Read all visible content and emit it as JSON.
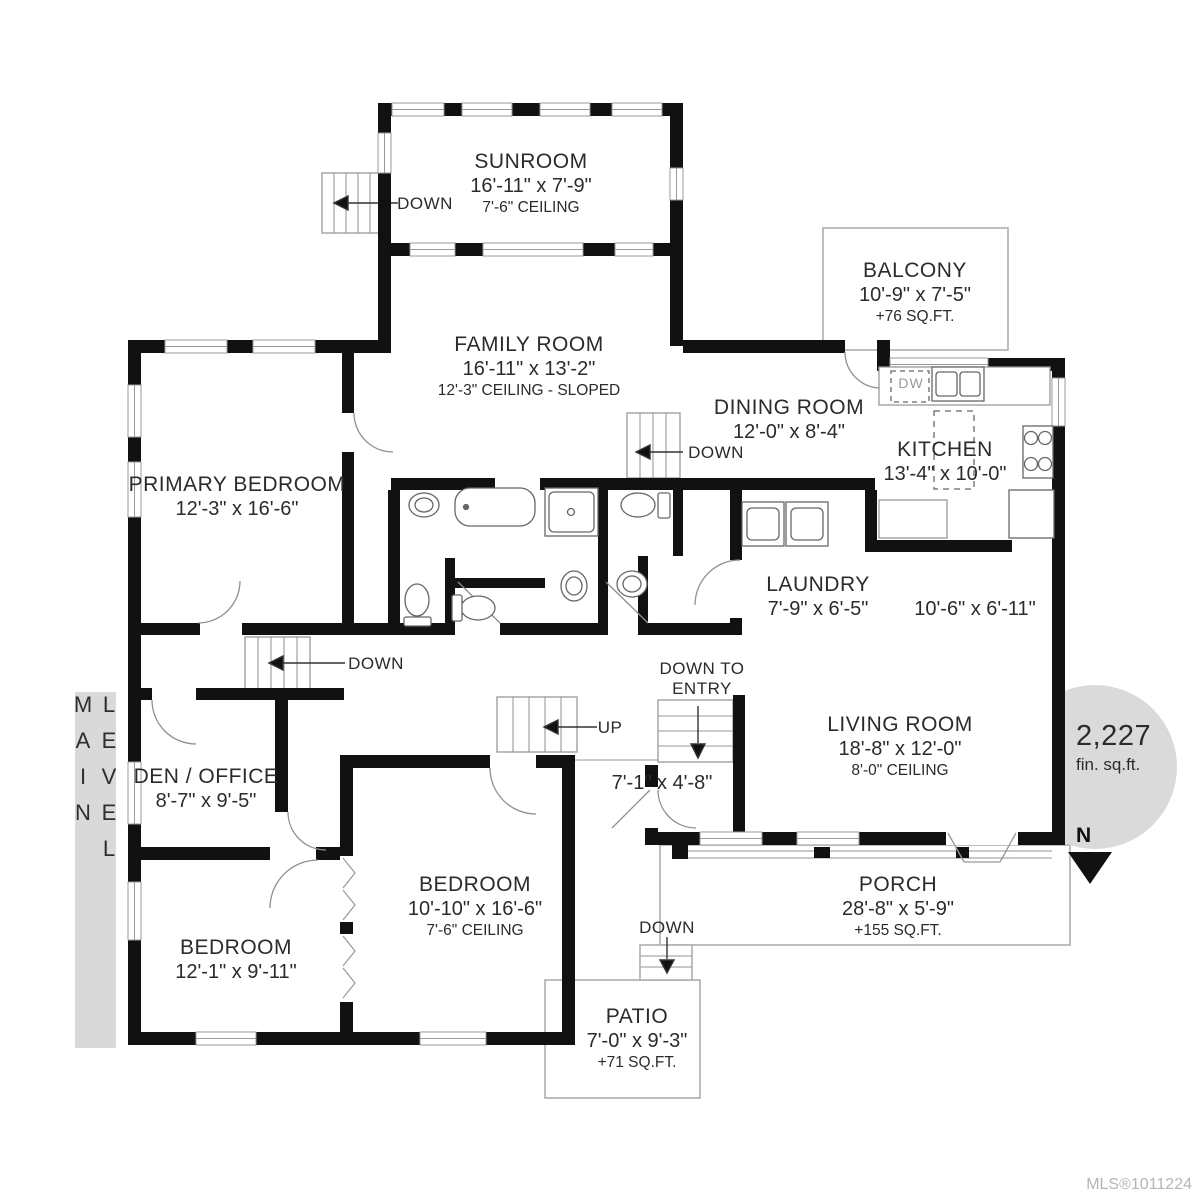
{
  "plan": {
    "level_label": "MAIN LEVEL",
    "badge": {
      "area": "2,227",
      "unit": "fin. sq.ft."
    },
    "compass_label": "N",
    "mls_label": "MLS®1011224",
    "rooms": {
      "sunroom": {
        "name": "SUNROOM",
        "dims": "16'-11\" x 7'-9\"",
        "note": "7'-6\" CEILING"
      },
      "balcony": {
        "name": "BALCONY",
        "dims": "10'-9\" x 7'-5\"",
        "note": "+76 SQ.FT."
      },
      "family_room": {
        "name": "FAMILY ROOM",
        "dims": "16'-11\" x 13'-2\"",
        "note": "12'-3\" CEILING - SLOPED"
      },
      "dining_room": {
        "name": "DINING ROOM",
        "dims": "12'-0\" x 8'-4\""
      },
      "kitchen": {
        "name": "KITCHEN",
        "dims": "13'-4\" x 10'-0\""
      },
      "primary_bedroom": {
        "name": "PRIMARY BEDROOM",
        "dims": "12'-3\" x 16'-6\""
      },
      "laundry": {
        "name": "LAUNDRY",
        "dims": "7'-9\" x 6'-5\""
      },
      "hall": {
        "dims": "10'-6\" x 6'-11\""
      },
      "living_room": {
        "name": "LIVING ROOM",
        "dims": "18'-8\" x 12'-0\"",
        "note": "8'-0\" CEILING"
      },
      "den_office": {
        "name": "DEN / OFFICE",
        "dims": "8'-7\" x 9'-5\""
      },
      "entry_hall": {
        "dims": "7'-1\" x 4'-8\""
      },
      "bedroom_center": {
        "name": "BEDROOM",
        "dims": "10'-10\" x 16'-6\"",
        "note": "7'-6\" CEILING"
      },
      "bedroom_left": {
        "name": "BEDROOM",
        "dims": "12'-1\" x 9'-11\""
      },
      "porch": {
        "name": "PORCH",
        "dims": "28'-8\" x 5'-9\"",
        "note": "+155 SQ.FT."
      },
      "patio": {
        "name": "PATIO",
        "dims": "7'-0\" x 9'-3\"",
        "note": "+71 SQ.FT."
      }
    },
    "stairs": {
      "sunroom_down": "DOWN",
      "family_down": "DOWN",
      "hall_down": "DOWN",
      "hall_up": "UP",
      "entry_down_line1": "DOWN TO",
      "entry_down_line2": "ENTRY",
      "patio_down": "DOWN"
    },
    "appliances": {
      "dishwasher": "DW"
    },
    "colors": {
      "wall": "#111111",
      "thin_line": "#999999",
      "badge_fill": "#dadada",
      "text": "#2b2b2b"
    }
  }
}
